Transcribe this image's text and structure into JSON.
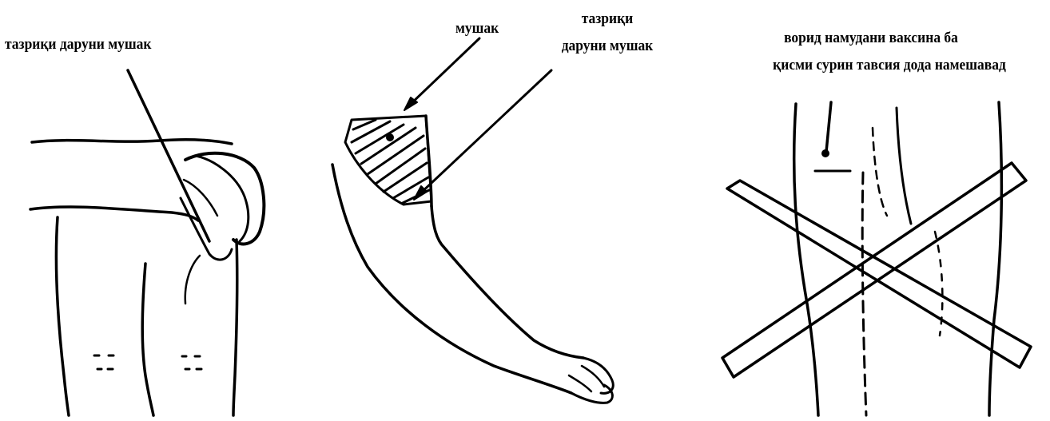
{
  "panels": {
    "left": {
      "label": "тазриқи даруни мушак"
    },
    "middle": {
      "muscle_label": "мушак",
      "injection_label_line1": "тазриқи",
      "injection_label_line2": "даруни мушак"
    },
    "right": {
      "warning_line1": "ворид намудани ваксина ба",
      "warning_line2": "қисми сурин тавсия дода намешавад"
    }
  },
  "colors": {
    "ink": "#000000",
    "background": "#ffffff"
  }
}
